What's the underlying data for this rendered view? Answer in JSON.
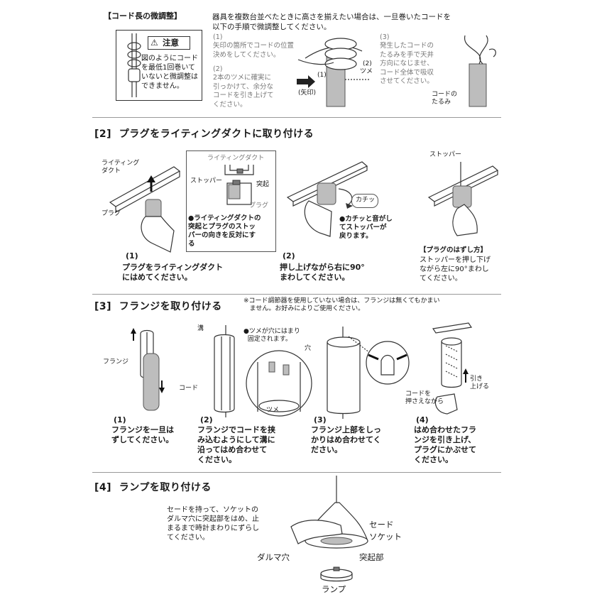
{
  "cord": {
    "title": "【コード長の微調整】",
    "intro": "器具を複数台並べたときに高さを揃えたい場合は、一旦巻いたコードを\n以下の手順で微調整してください。",
    "caution_title": "注意",
    "caution_text": "図のようにコード\nを最低1回巻いて\nいないと微調整は\nできません。",
    "step1_num": "(1)",
    "step1_text": "矢印の箇所でコードの位置\n決めをしてください。",
    "step2_num": "(2)",
    "step2_text": "2本のツメに確実に\n引っかけて、余分な\nコードを引き上げて\nください。",
    "step3_num": "(3)",
    "step3_text": "発生したコードの\nたるみを手で天井\n方向になじませ、\nコード全体で吸収\nさせてください。",
    "label_1": "(1)",
    "label_2": "(2)",
    "label_tsume": "ツメ",
    "label_arrow": "(矢印)",
    "label_tarumi": "コードの\nたるみ"
  },
  "s2": {
    "heading": "[2]  プラグをライティングダクトに取り付ける",
    "label_duct": "ライティング\nダクト",
    "label_plug": "プラグ",
    "inset_duct": "ライティングダクト",
    "inset_stopper": "ストッパー",
    "inset_tokki": "突起",
    "inset_plug": "プラグ",
    "inset_note": "●ライティングダクトの\n突起とプラグのストッ\nパーの向きを反対にす\nる",
    "kachi": "カチッ",
    "kachi_note": "●カチッと音がし\nてストッパーが\n戻ります。",
    "label_stopper": "ストッパー",
    "step1_num": "(1)",
    "step1_text": "プラグをライティングダクト\nにはめてください。",
    "step2_num": "(2)",
    "step2_text": "押し上げながら右に90°\nまわしてください。",
    "remove_title": "【プラグのはずし方】",
    "remove_text": "ストッパーを押し下げ\nながら左に90°まわし\nてください。"
  },
  "s3": {
    "heading": "[3]  フランジを取り付ける",
    "note": "※コード調節器を使用していない場合は、フランジは無くてもかまい\n   ません。お好みによりご使用ください。",
    "label_flange": "フランジ",
    "label_mizo": "溝",
    "label_cord": "コード",
    "label_tsume_note": "●ツメが穴にはまり\n  固定されます。",
    "label_ana": "穴",
    "label_tsume": "ツメ",
    "label_osaeru": "コードを\n押さえながら",
    "label_hikiageru": "引き\n上げる",
    "step1_num": "(1)",
    "step1_text": "フランジを一旦は\nずしてください。",
    "step2_num": "(2)",
    "step2_text": "フランジでコードを挟\nみ込むようにして溝に\n沿ってはめ合わせて\nください。",
    "step3_num": "(3)",
    "step3_text": "フランジ上部をしっ\nかりはめ合わせてく\nださい。",
    "step4_num": "(4)",
    "step4_text": "はめ合わせたフラ\nンジを引き上げ、\nプラグにかぶせて\nください。"
  },
  "s4": {
    "heading": "[4]  ランプを取り付ける",
    "text": "セードを持って、ソケットの\nダルマ穴に突起部をはめ、止\nまるまで時計まわりにずらし\nてください。",
    "label_shade": "セード",
    "label_socket": "ソケット",
    "label_daruma": "ダルマ穴",
    "label_tokkibu": "突起部",
    "label_lamp": "ランプ"
  }
}
